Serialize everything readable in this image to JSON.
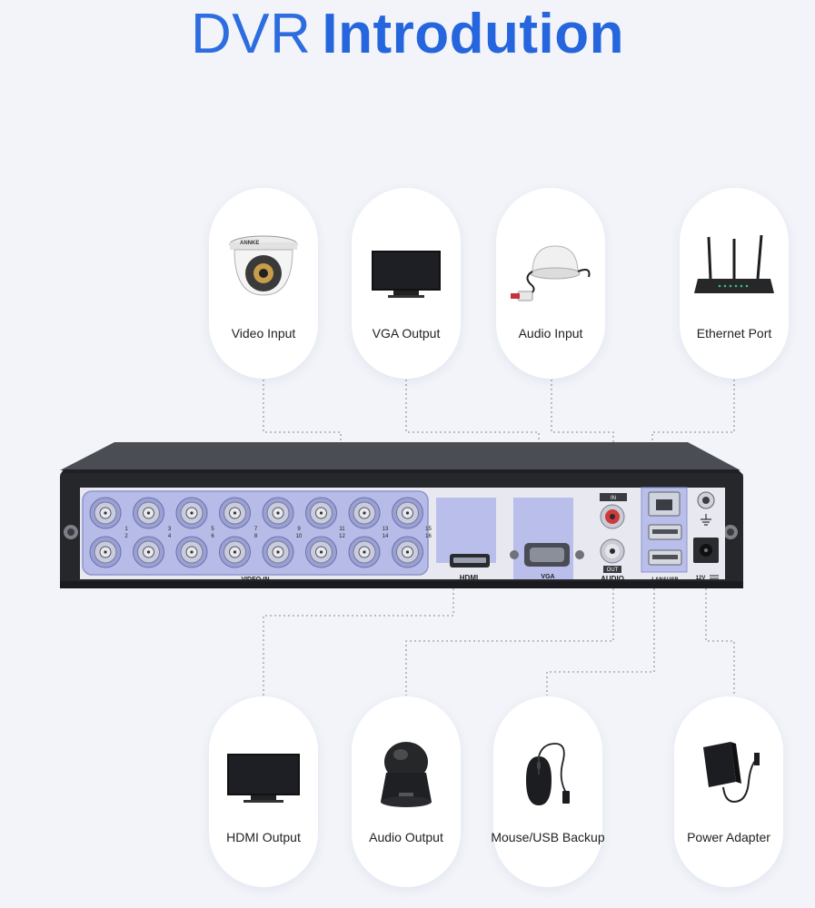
{
  "title": {
    "light": "DVR",
    "bold": "Introdution"
  },
  "top_items": [
    {
      "label": "Video Input"
    },
    {
      "label": "VGA Output"
    },
    {
      "label": "Audio Input"
    },
    {
      "label": "Ethernet Port"
    }
  ],
  "bottom_items": [
    {
      "label": "HDMI Output"
    },
    {
      "label": "Audio Output"
    },
    {
      "label": "Mouse/USB Backup"
    },
    {
      "label": "Power Adapter"
    }
  ],
  "dvr_panel": {
    "camera_brand": "ANNKE",
    "video_in_label": "VIDEO-IN",
    "hdmi_label": "HDMI",
    "vga_label": "VGA",
    "audio_label": "AUDIO",
    "audio_in_tag": "IN",
    "audio_out_tag": "OUT",
    "lan_usb_label": "LAN&USB",
    "power_label": "12V",
    "channel_numbers": [
      "1",
      "2",
      "3",
      "4",
      "5",
      "6",
      "7",
      "8",
      "9",
      "10",
      "11",
      "12",
      "13",
      "14",
      "15",
      "16"
    ]
  },
  "colors": {
    "accent": "#2565dd",
    "background": "#f2f4f9",
    "panel": "#b7bde6",
    "chassis": "#2b2d31"
  }
}
